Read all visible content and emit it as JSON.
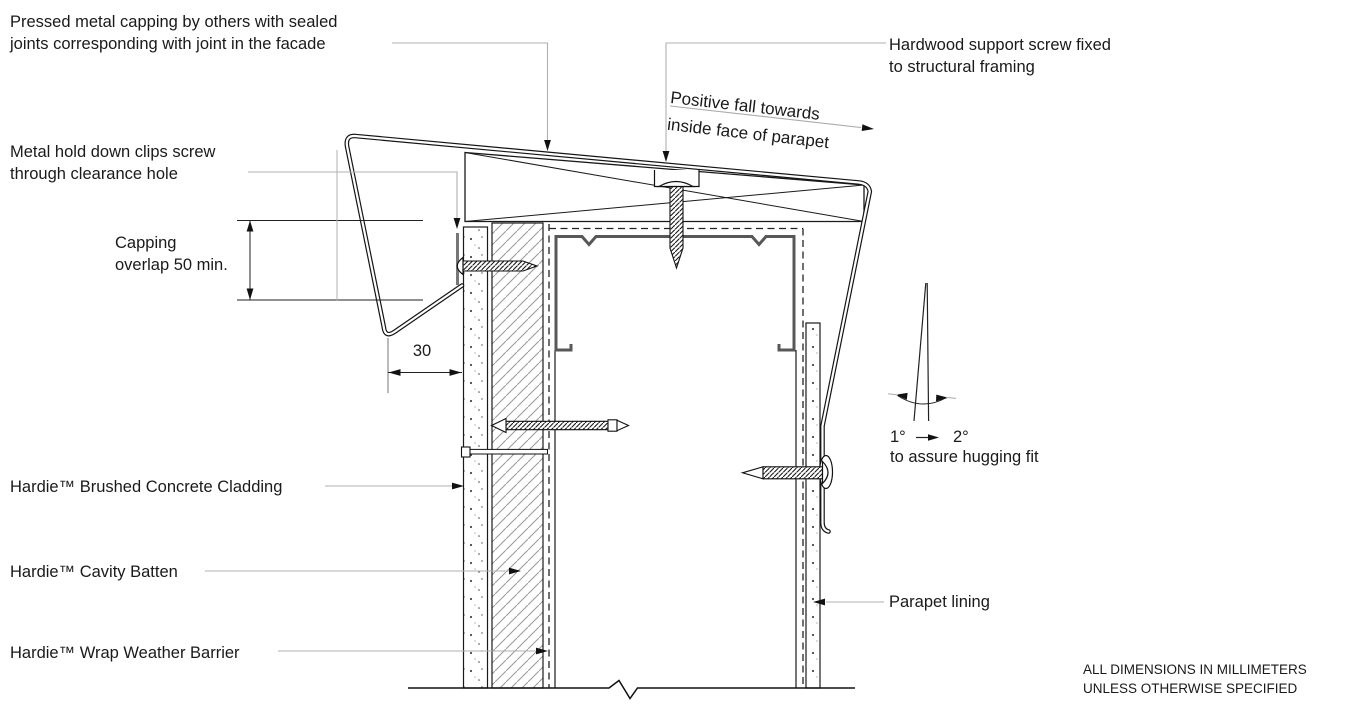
{
  "drawing_title_note": {
    "units_line1": "ALL DIMENSIONS IN MILLIMETERS",
    "units_line2": "UNLESS OTHERWISE SPECIFIED"
  },
  "annotations": {
    "pressed_metal_capping": {
      "line1": "Pressed metal capping by others with sealed",
      "line2": "joints corresponding with joint in the facade"
    },
    "hardwood_support": {
      "line1": "Hardwood support screw fixed",
      "line2": "to structural framing"
    },
    "positive_fall": {
      "line1": "Positive fall towards",
      "line2": "inside face of parapet"
    },
    "hold_down_clips": {
      "line1": "Metal hold down clips screw",
      "line2": "through clearance hole"
    },
    "capping_overlap": {
      "line1": "Capping",
      "line2": "overlap 50 min."
    },
    "dimension_30": {
      "value": "30"
    },
    "angle_fit": {
      "min": "1°",
      "max": "2°",
      "caption": "to assure hugging fit"
    },
    "cladding": {
      "label": "Hardie™ Brushed Concrete Cladding"
    },
    "cavity_batten": {
      "label": "Hardie™ Cavity Batten"
    },
    "weather_barrier": {
      "label": "Hardie™ Wrap Weather Barrier"
    },
    "parapet_lining": {
      "label": "Parapet lining"
    }
  },
  "colors": {
    "line": "#1a1a1a",
    "leader": "#b0b0b0",
    "hatch": "#999999",
    "steel_plate": "#585858",
    "background": "#ffffff"
  }
}
